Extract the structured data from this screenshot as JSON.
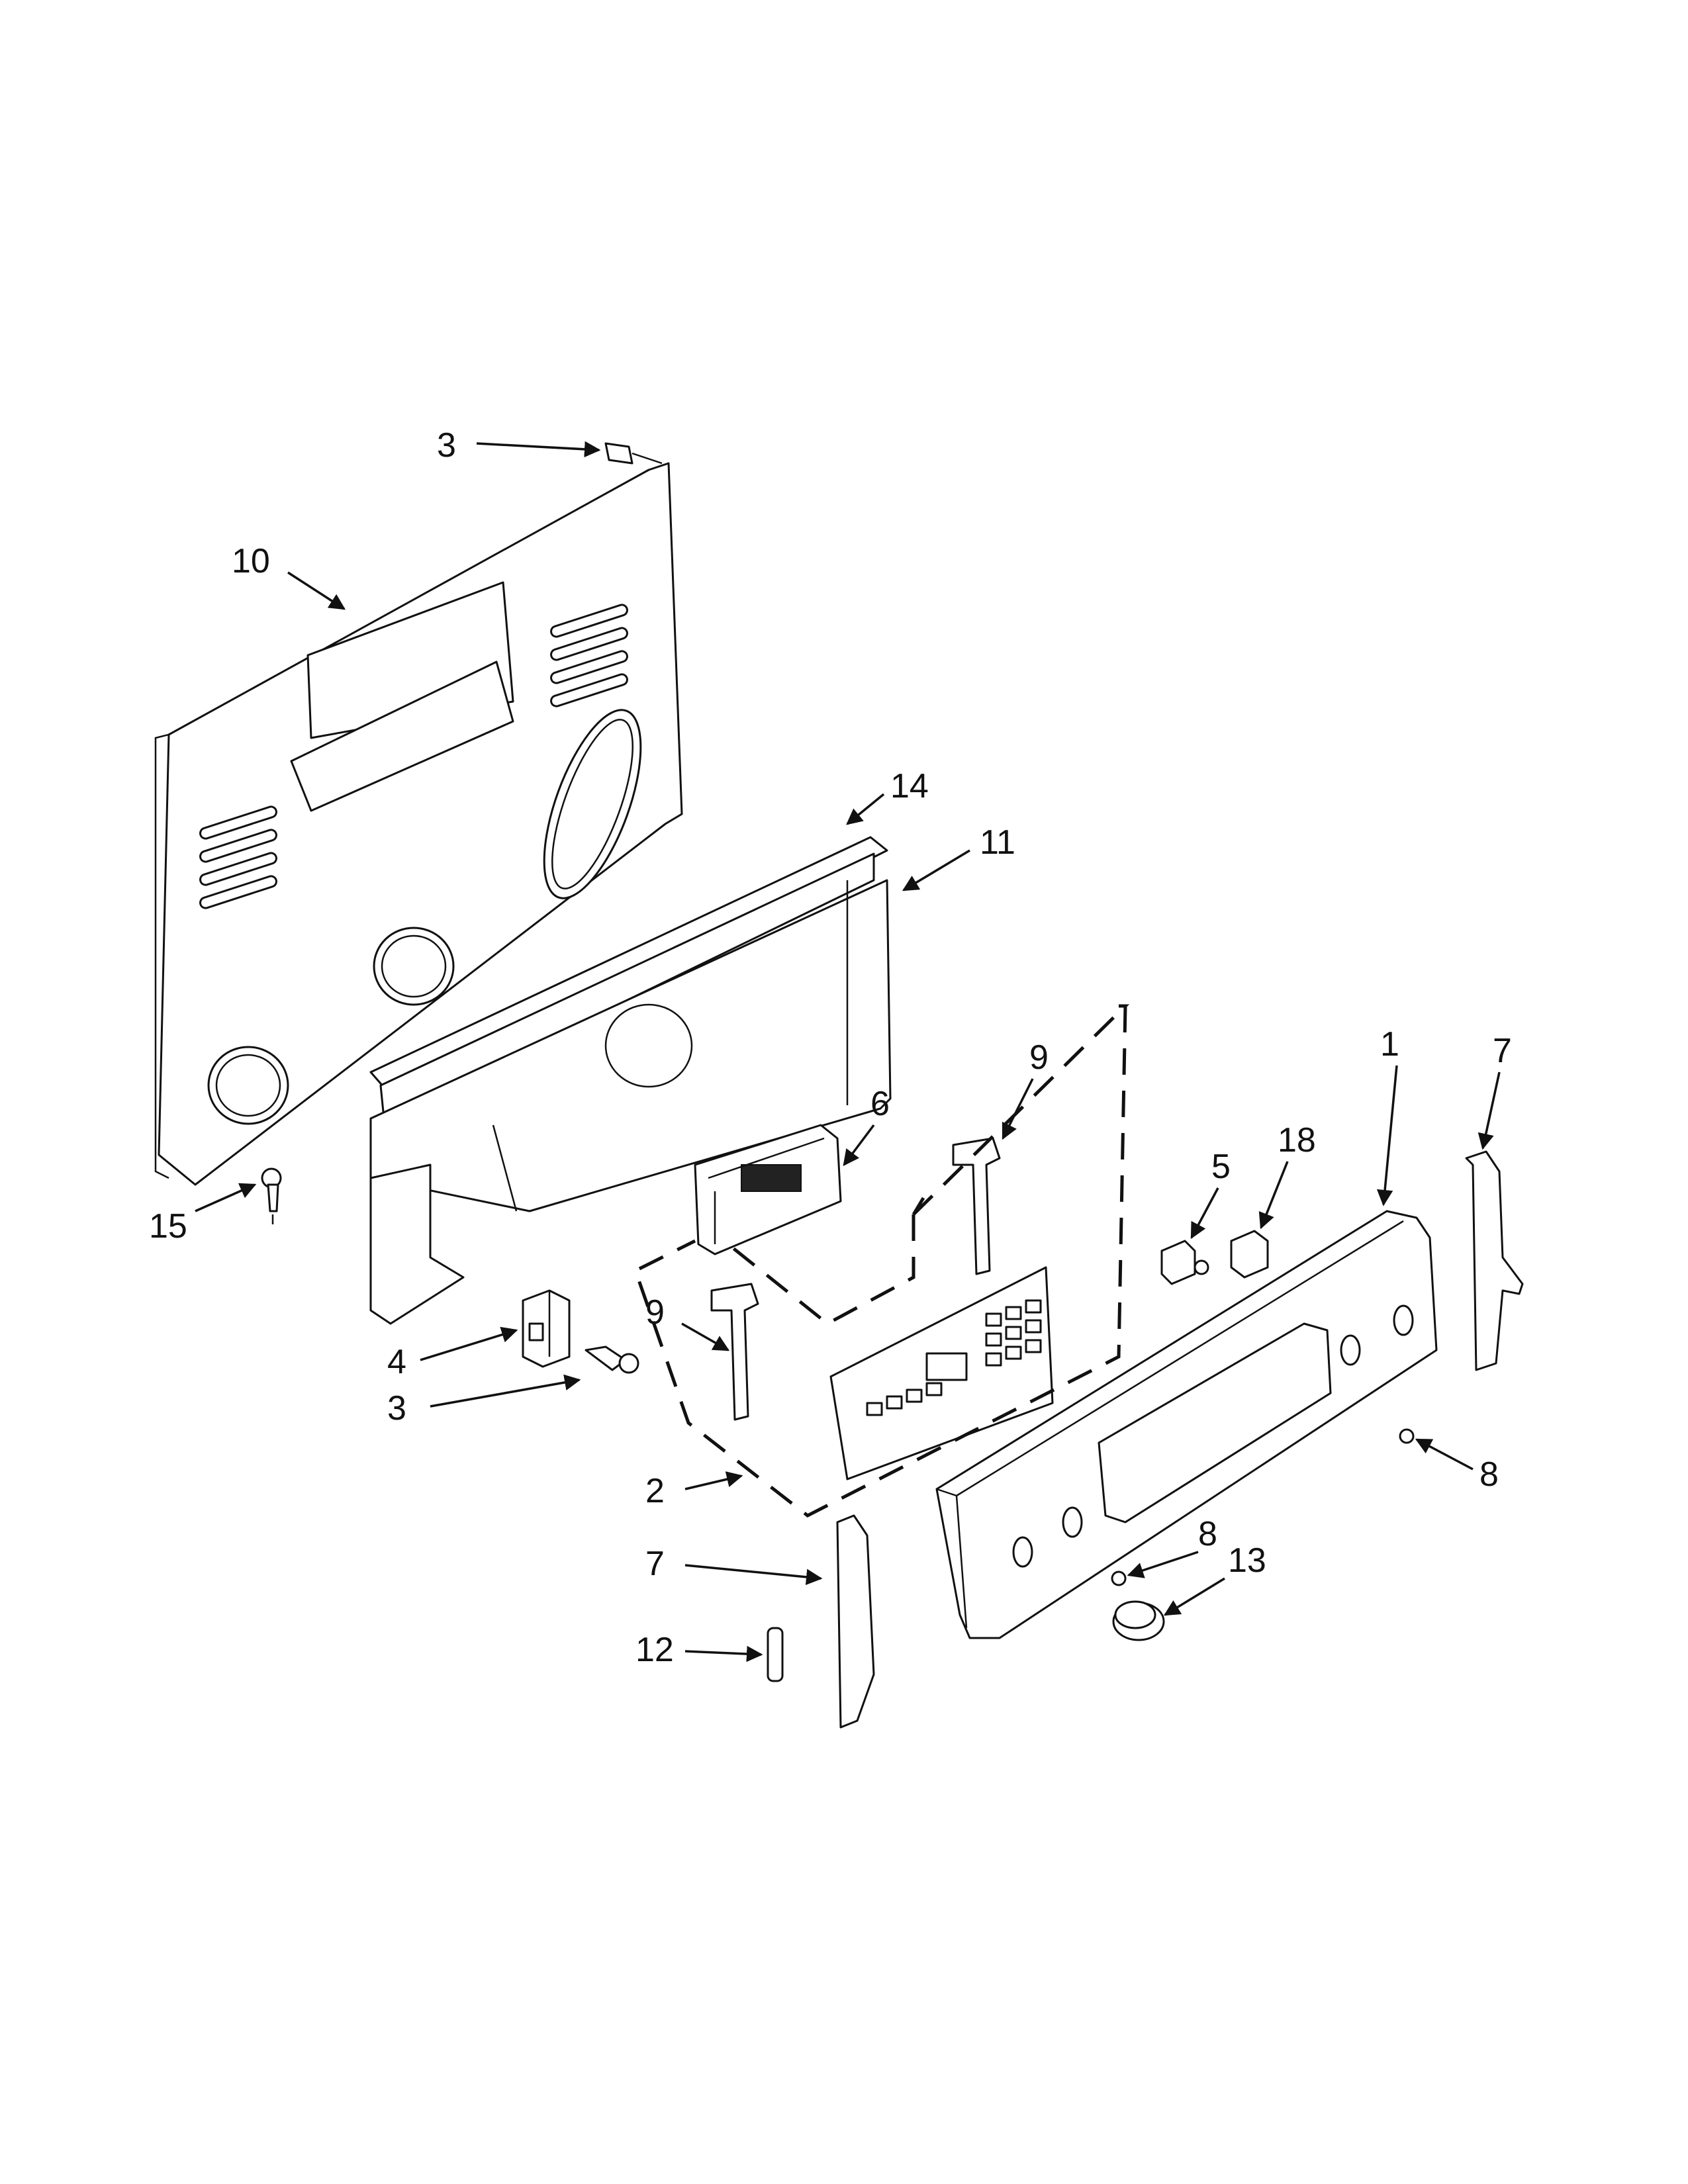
{
  "diagram": {
    "callouts": [
      {
        "id": "3-top",
        "label": "3"
      },
      {
        "id": "10",
        "label": "10"
      },
      {
        "id": "14",
        "label": "14"
      },
      {
        "id": "11",
        "label": "11"
      },
      {
        "id": "9-upper",
        "label": "9"
      },
      {
        "id": "6",
        "label": "6"
      },
      {
        "id": "15",
        "label": "15"
      },
      {
        "id": "9-lower",
        "label": "9"
      },
      {
        "id": "4",
        "label": "4"
      },
      {
        "id": "3-lower",
        "label": "3"
      },
      {
        "id": "2",
        "label": "2"
      },
      {
        "id": "7-left",
        "label": "7"
      },
      {
        "id": "12",
        "label": "12"
      },
      {
        "id": "1",
        "label": "1"
      },
      {
        "id": "7-right",
        "label": "7"
      },
      {
        "id": "18",
        "label": "18"
      },
      {
        "id": "5",
        "label": "5"
      },
      {
        "id": "8-right",
        "label": "8"
      },
      {
        "id": "8-lower",
        "label": "8"
      },
      {
        "id": "13",
        "label": "13"
      }
    ]
  }
}
